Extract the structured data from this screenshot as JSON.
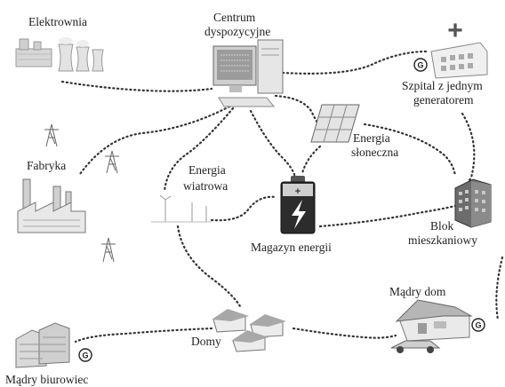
{
  "labels": {
    "power_plant": "Elektrownia",
    "control_center_line1": "Centrum",
    "control_center_line2": "dyspozycyjne",
    "hospital_line1": "Szpital z jednym",
    "hospital_line2": "generatorem",
    "factory": "Fabryka",
    "solar_line1": "Energia",
    "solar_line2": "słoneczna",
    "wind_line1": "Energia",
    "wind_line2": "wiatrowa",
    "storage": "Magazyn energii",
    "apartment_line1": "Blok",
    "apartment_line2": "mieszkaniowy",
    "smart_home": "Mądry dom",
    "houses": "Domy",
    "office": "Mądry biurowiec"
  },
  "badge_letter": "G",
  "hospital_cross": "+"
}
